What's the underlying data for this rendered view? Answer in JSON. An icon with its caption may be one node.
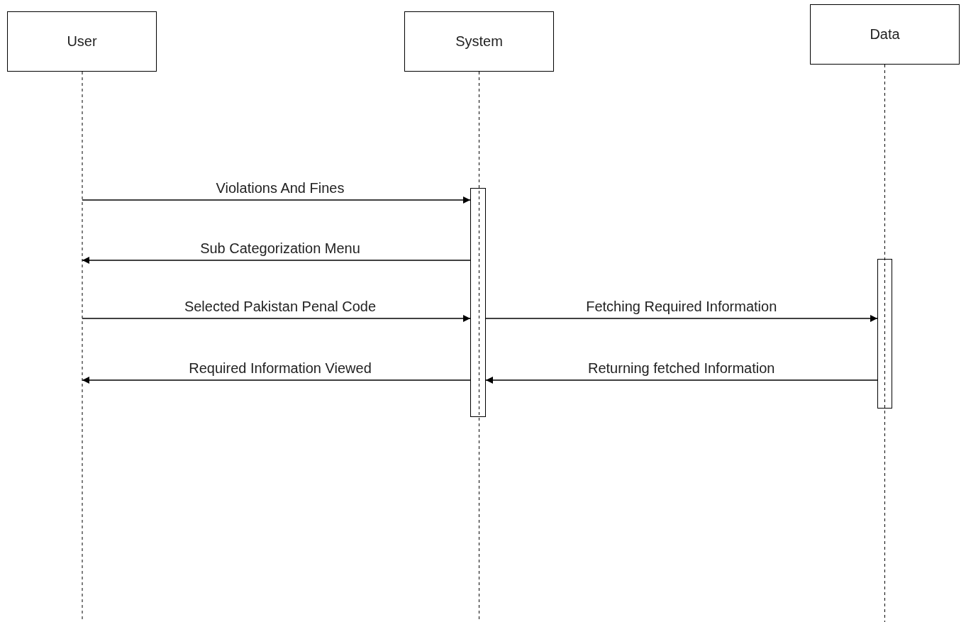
{
  "diagram": {
    "nodes": [
      {
        "text": [
          "User"
        ]
      },
      {
        "text": [
          "System"
        ]
      },
      {
        "text": [
          "Data"
        ]
      },
      {
        "text": [],
        "shape": "bar"
      },
      {
        "text": [],
        "shape": "bar"
      },
      {
        "text": [],
        "shape": "line"
      }
    ],
    "edges": [
      {
        "from": 5,
        "to": 3,
        "arrow": "to",
        "label": "Violations And Fines"
      },
      {
        "from": 3,
        "to": 5,
        "arrow": "to",
        "label": "Sub Categorization Menu"
      },
      {
        "from": 5,
        "to": 3,
        "arrow": "to",
        "label": "Selected Pakistan Penal Code"
      },
      {
        "from": 3,
        "to": 4,
        "arrow": "to",
        "label": "Fetching Required Information"
      },
      {
        "from": 3,
        "to": 5,
        "arrow": "to",
        "label": "Required Information Viewed"
      },
      {
        "from": 4,
        "to": 3,
        "arrow": "to",
        "label": "Returning fetched Information"
      }
    ]
  }
}
